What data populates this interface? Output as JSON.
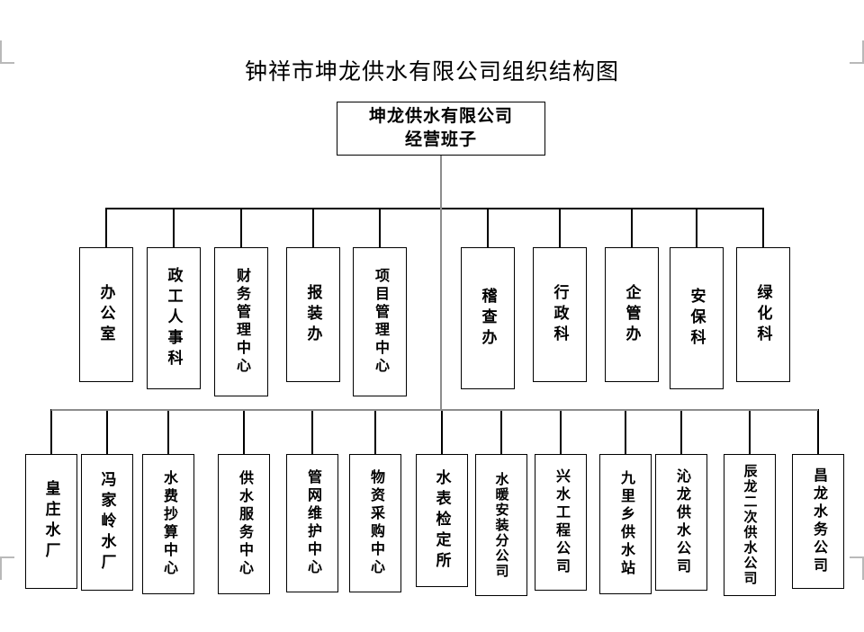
{
  "document": {
    "title": "钟祥市坤龙供水有限公司组织结构图"
  },
  "org_chart": {
    "root": {
      "line1": "坤龙供水有限公司",
      "line2": "经营班子"
    },
    "departments": [
      {
        "label": "办公室"
      },
      {
        "label": "政工人事科"
      },
      {
        "label": "财务管理中心"
      },
      {
        "label": "报装办"
      },
      {
        "label": "项目管理中心"
      },
      {
        "label": "稽查办"
      },
      {
        "label": "行政科"
      },
      {
        "label": "企管办"
      },
      {
        "label": "安保科"
      },
      {
        "label": "绿化科"
      }
    ],
    "subsidiaries": [
      {
        "label": "皇庄水厂"
      },
      {
        "label": "冯家岭水厂"
      },
      {
        "label": "水费抄算中心"
      },
      {
        "label": "供水服务中心"
      },
      {
        "label": "管网维护中心"
      },
      {
        "label": "物资采购中心"
      },
      {
        "label": "水表检定所"
      },
      {
        "label": "水暖安装分公司"
      },
      {
        "label": "兴水工程公司"
      },
      {
        "label": "九里乡供水站"
      },
      {
        "label": "沁龙供水公司"
      },
      {
        "label": "辰龙二次供水公司"
      },
      {
        "label": "昌龙水务公司"
      }
    ]
  },
  "colors": {
    "line_black": "#000000",
    "line_gray": "#8d8d8d",
    "box_border": "#000000",
    "background": "#ffffff",
    "text": "#000000",
    "margin_guide": "#b9b9b9"
  }
}
